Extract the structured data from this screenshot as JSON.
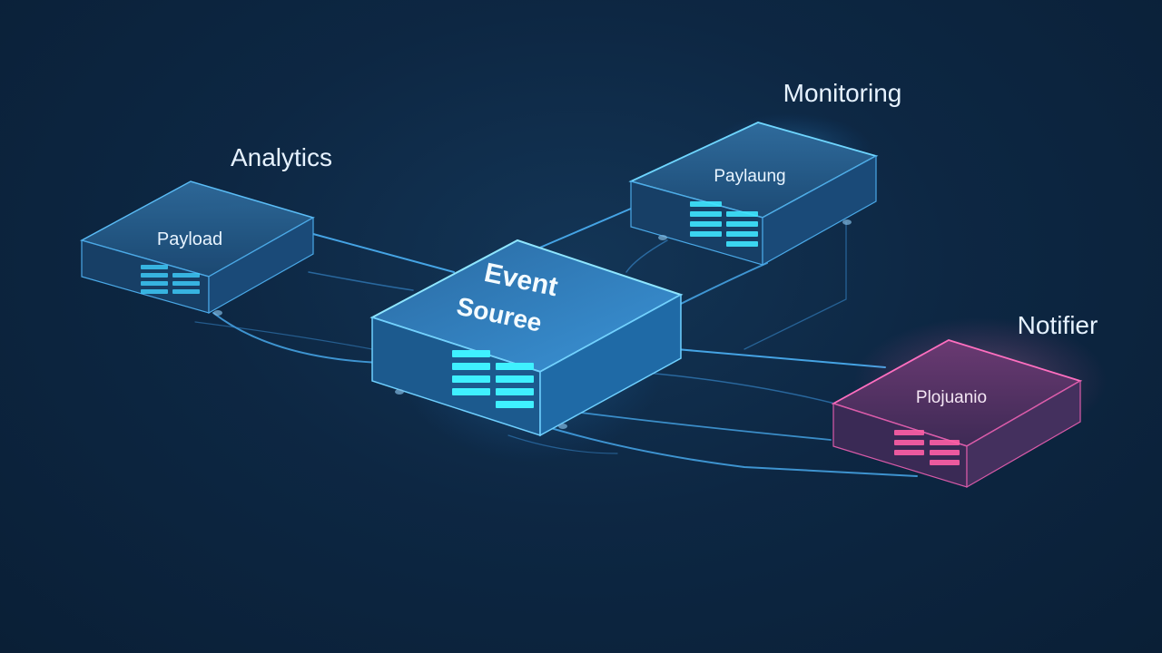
{
  "labels": {
    "analytics": "Analytics",
    "monitoring": "Monitoring",
    "notifier": "Notifier"
  },
  "boxes": {
    "analytics": "Payload",
    "monitoring": "Paylaung",
    "source_line1": "Event",
    "source_line2": "Souree",
    "notifier": "Plojuanio"
  },
  "colors": {
    "background": "#0d2743",
    "accent_blue": "#3fd0ff",
    "accent_pink": "#ff5fa6"
  }
}
